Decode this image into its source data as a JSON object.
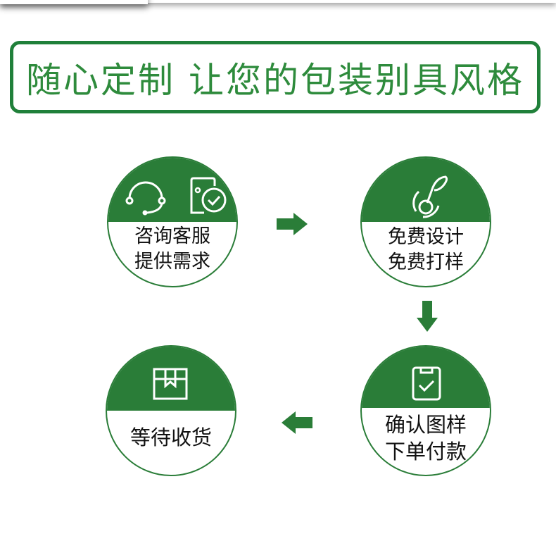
{
  "banner": {
    "title": "随心定制 让您的包装别具风格"
  },
  "colors": {
    "accent": "#2a7d38",
    "title": "#2e8b3c"
  },
  "steps": [
    {
      "id": 1,
      "icons": [
        "headset-icon",
        "chat-check-icon"
      ],
      "line1": "咨询客服",
      "line2": "提供需求"
    },
    {
      "id": 2,
      "icons": [
        "design-pen-icon"
      ],
      "line1": "免费设计",
      "line2": "免费打样"
    },
    {
      "id": 3,
      "icons": [
        "clipboard-check-icon"
      ],
      "line1": "确认图样",
      "line2": "下单付款"
    },
    {
      "id": 4,
      "icons": [
        "package-box-icon"
      ],
      "line1": "等待收货",
      "line2": ""
    }
  ],
  "arrows": [
    {
      "from": 1,
      "to": 2,
      "direction": "right"
    },
    {
      "from": 2,
      "to": 3,
      "direction": "down"
    },
    {
      "from": 3,
      "to": 4,
      "direction": "left"
    }
  ]
}
